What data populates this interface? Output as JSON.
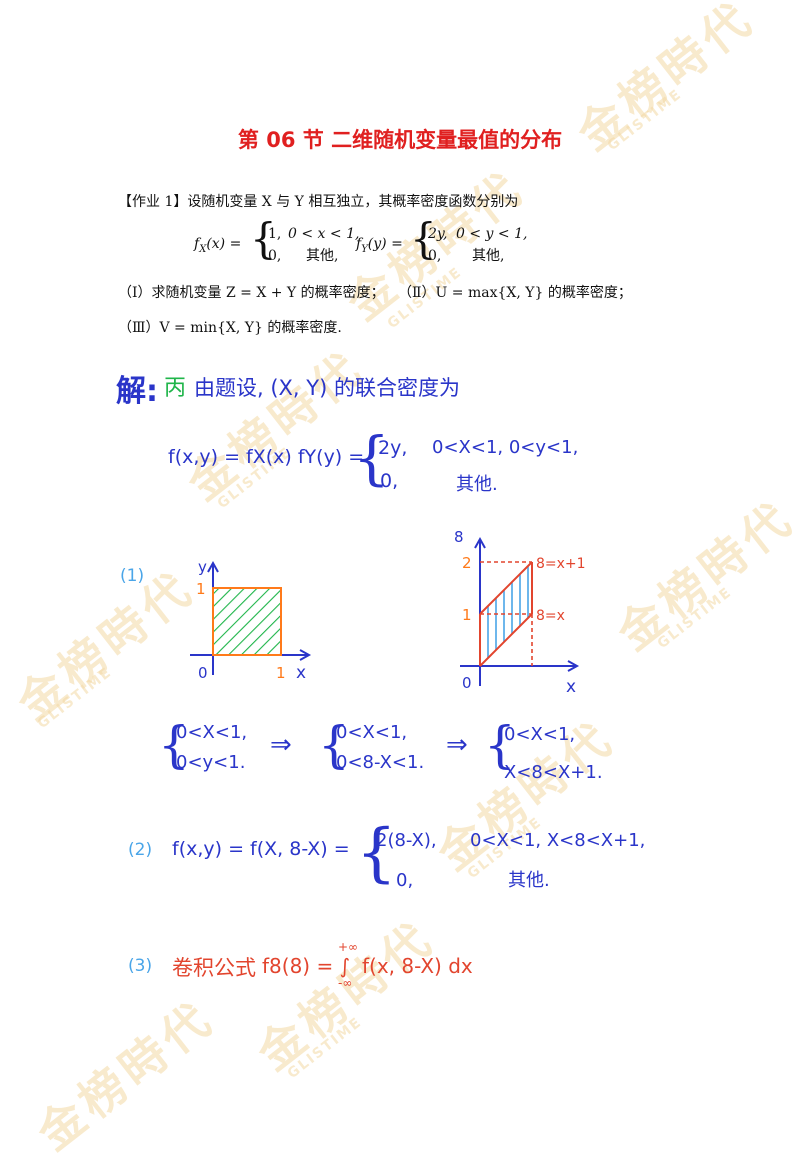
{
  "watermark": {
    "brand": "金榜時代",
    "sub": "GLISTIME"
  },
  "title": "第 06 节 二维随机变量最值的分布",
  "problem": {
    "intro": "【作业 1】设随机变量 X 与 Y 相互独立，其概率密度函数分别为",
    "fx_name": "f",
    "fx_sub": "X",
    "fx_arg": "(x) =",
    "fx_case1_val": "1,",
    "fx_case1_cond": "0 < x < 1,",
    "fx_case2_val": "0,",
    "fx_case2_cond": "其他,",
    "fy_name": "f",
    "fy_sub": "Y",
    "fy_arg": "(y) =",
    "fy_case1_val": "2y,",
    "fy_case1_cond": "0 < y < 1,",
    "fy_case2_val": "0,",
    "fy_case2_cond": "其他,",
    "part1": "（Ⅰ）求随机变量 Z = X + Y 的概率密度；",
    "part2": "（Ⅱ）U = max{X, Y} 的概率密度；",
    "part3": "（Ⅲ）V = min{X, Y} 的概率密度."
  },
  "solution": {
    "sol_head": "解:",
    "sol_marker": "丙",
    "sol_text": "由题设, (X, Y) 的联合密度为",
    "joint_lhs": "f(x,y) = fX(x) fY(y) =",
    "joint_case1_val": "2y,",
    "joint_case1_cond": "0<X<1, 0<y<1,",
    "joint_case2_val": "0,",
    "joint_case2_cond": "其他.",
    "step1_label": "(1)",
    "graph1": {
      "y_label": "y",
      "x_label": "x",
      "origin": "0",
      "tick_x": "1",
      "tick_y": "1"
    },
    "graph2": {
      "y_label": "8",
      "x_label": "x",
      "origin": "0",
      "tick_y2": "2",
      "tick_y1": "1",
      "line_upper": "8=x+1",
      "line_lower": "8=x"
    },
    "sys1_a": "0<X<1,",
    "sys1_b": "0<y<1.",
    "implies1": "⇒",
    "sys2_a": "0<X<1,",
    "sys2_b": "0<8-X<1.",
    "implies2": "⇒",
    "sys3_a": "0<X<1,",
    "sys3_b": "X<8<X+1.",
    "step2_label": "(2)",
    "step2_lhs": "f(x,y) = f(X, 8-X) =",
    "step2_case1_val": "2(8-X),",
    "step2_case1_cond": "0<X<1,  X<8<X+1,",
    "step2_case2_val": "0,",
    "step2_case2_cond": "其他.",
    "step3_label": "(3)",
    "step3_name": "卷积公式",
    "step3_formula": "f8(8) = ∫",
    "step3_upper": "+∞",
    "step3_lower": "-∞",
    "step3_integrand": "f(x, 8-X) dx"
  },
  "colors": {
    "title": "#e02020",
    "ink_blue": "#2a35c9",
    "green": "#1fb54a",
    "red": "#e2452e",
    "sky": "#4aa5e8",
    "orange": "#ff7a1a",
    "watermark": "#f3d9a6"
  }
}
